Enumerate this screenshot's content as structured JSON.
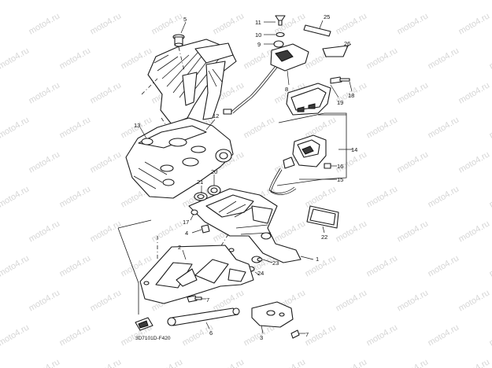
{
  "watermark_text": "moto4.ru",
  "diagram_code": "3D7101D-F420",
  "callouts": [
    "1",
    "2",
    "3",
    "4",
    "5",
    "6",
    "7",
    "7",
    "8",
    "9",
    "10",
    "11",
    "12",
    "13",
    "14",
    "15",
    "16",
    "17",
    "18",
    "19",
    "20",
    "21",
    "22",
    "23",
    "24",
    "25",
    "26"
  ]
}
